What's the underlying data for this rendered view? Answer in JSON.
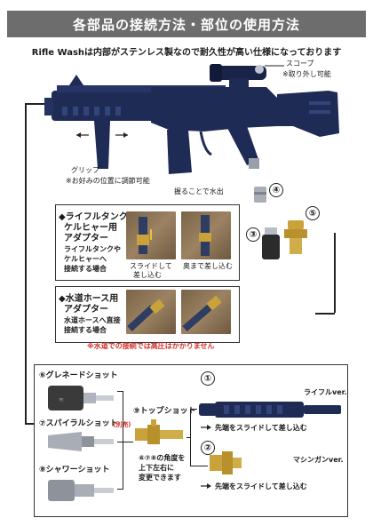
{
  "header": {
    "title": "各部品の接続方法・部位の使用方法",
    "subtitle": "Rifle Washは内部がステンレス製なので耐久性が高い仕様になっております"
  },
  "gun": {
    "scope_label": "スコープ",
    "scope_note": "※取り外し可能",
    "grip_label": "グリップ",
    "grip_note": "※お好みの位置に調節可能",
    "trigger_note": "握ることで水出"
  },
  "parts": {
    "num3": "③",
    "num4": "④",
    "num5": "⑤"
  },
  "panel_tank": {
    "title_line1": "◆ライフルタンク&",
    "title_line2": "ケルヒャー用",
    "title_line3": "アダプター",
    "desc_line1": "ライフルタンクや",
    "desc_line2": "ケルヒャーへ",
    "desc_line3": "接続する場合",
    "cap1_line1": "スライドして",
    "cap1_line2": "差し込む",
    "cap2": "奥まで差し込む"
  },
  "panel_hose": {
    "title_line1": "◆水道ホース用",
    "title_line2": "アダプター",
    "desc_line1": "水道ホースへ直接",
    "desc_line2": "接続する場合",
    "warning": "※水道での接続では高圧はかかりません"
  },
  "nozzles": {
    "n6": "⑥グレネードショット",
    "n7": "⑦スパイラルショット",
    "n7_tag": "(別売)",
    "n8": "⑧シャワーショット",
    "n9": "⑨トップショット",
    "angle_line1": "⑥⑦⑧の角度を",
    "angle_line2": "上下左右に",
    "angle_line3": "変更できます"
  },
  "barrels": {
    "num1": "①",
    "rifle_ver": "ライフルver.",
    "rifle_instr": "先端をスライドして差し込む",
    "num2": "②",
    "mg_ver": "マシンガンver.",
    "mg_instr": "先端をスライドして差し込む"
  },
  "colors": {
    "gun_navy": "#1e2b55",
    "brass": "#c9a23a",
    "banner_gray": "#6d6d6d",
    "warning_red": "#d0302a"
  }
}
